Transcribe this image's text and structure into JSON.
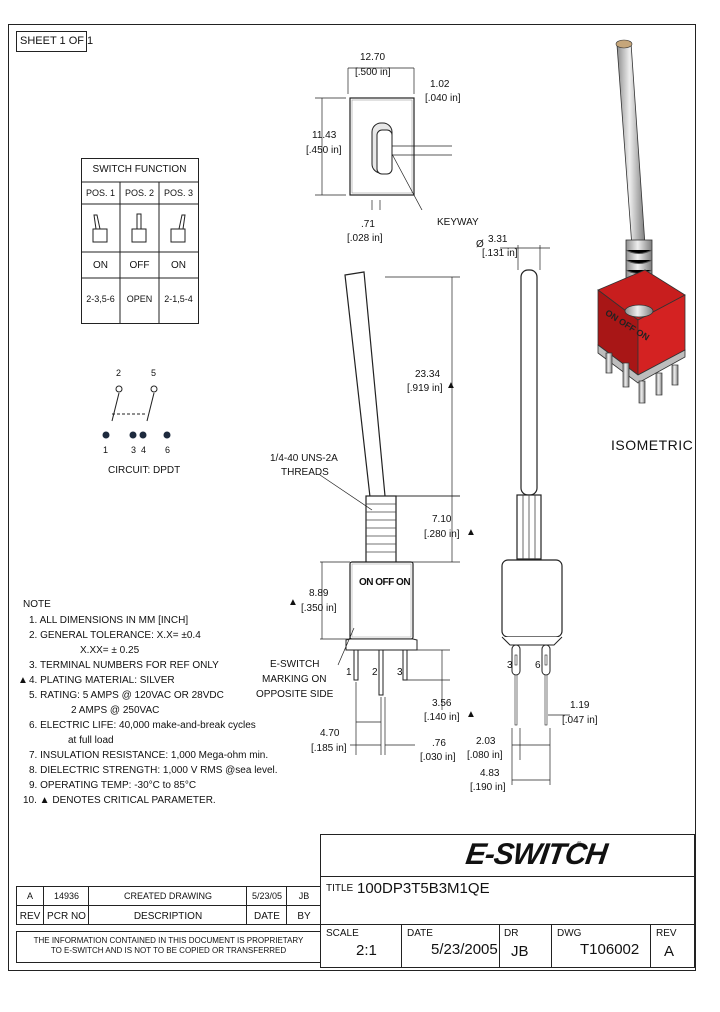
{
  "sheet": "SHEET 1 OF 1",
  "switch_function": {
    "title": "SWITCH FUNCTION",
    "headers": [
      "POS. 1",
      "POS. 2",
      "POS. 3"
    ],
    "states": [
      "ON",
      "OFF",
      "ON"
    ],
    "connections": [
      "2-3,5-6",
      "OPEN",
      "2-1,5-4"
    ]
  },
  "circuit": {
    "label": "CIRCUIT: DPDT",
    "top_pins": [
      "2",
      "5"
    ],
    "bottom_pins": [
      "1",
      "3",
      "4",
      "6"
    ]
  },
  "top_view": {
    "width_mm": "12.70",
    "width_in": "[.500 in]",
    "height_mm": "11.43",
    "height_in": "[.450 in]",
    "keyway_w_mm": "1.02",
    "keyway_w_in": "[.040 in]",
    "keyway_off_mm": ".71",
    "keyway_off_in": "[.028 in]",
    "keyway_label": "KEYWAY"
  },
  "front_view": {
    "lever_len_mm": "23.34",
    "lever_len_in": "[.919 in]",
    "thread_label_1": "1/4-40 UNS-2A",
    "thread_label_2": "THREADS",
    "bushing_mm": "7.10",
    "bushing_in": "[.280 in]",
    "body_mm": "8.89",
    "body_in": "[.350 in]",
    "body_marking": "ON OFF ON",
    "eswitch_mark_1": "E-SWITCH",
    "eswitch_mark_2": "MARKING ON",
    "eswitch_mark_3": "OPPOSITE SIDE",
    "terminal_mm": "3.56",
    "terminal_in": "[.140 in]",
    "pitch_mm": "4.70",
    "pitch_in": "[.185 in]",
    "pin_mm": ".76",
    "pin_in": "[.030 in]",
    "terminal_nums": [
      "1",
      "2",
      "3"
    ]
  },
  "side_view": {
    "lever_dia_sym": "Ø",
    "lever_dia_mm": "3.31",
    "lever_dia_in": "[.131 in]",
    "term_w_mm": "2.03",
    "term_w_in": "[.080 in]",
    "term_t_mm": "1.19",
    "term_t_in": "[.047 in]",
    "span_mm": "4.83",
    "span_in": "[.190 in]",
    "terminal_nums": [
      "3",
      "6"
    ]
  },
  "isometric": {
    "label": "ISOMETRIC",
    "marking": "ON OFF ON",
    "colors": {
      "body": "#c81e1e",
      "body_dark": "#9a1414",
      "metal": "#c9c9c9"
    }
  },
  "notes": {
    "title": "NOTE",
    "items": [
      "1. ALL DIMENSIONS IN MM [INCH]",
      "2. GENERAL TOLERANCE: X.X= ±0.4",
      "X.XX= ± 0.25",
      "3. TERMINAL NUMBERS FOR REF ONLY",
      "4. PLATING MATERIAL: SILVER",
      "5. RATING: 5 AMPS @ 120VAC OR 28VDC",
      "2 AMPS @ 250VAC",
      "6. ELECTRIC LIFE: 40,000 make-and-break cycles",
      "at full load",
      "7. INSULATION RESISTANCE: 1,000 Mega-ohm min.",
      "8. DIELECTRIC STRENGTH: 1,000 V RMS @sea level.",
      "9. OPERATING TEMP: -30°C to 85°C",
      "10. ▲ DENOTES CRITICAL PARAMETER."
    ]
  },
  "revision_table": {
    "row": [
      "A",
      "14936",
      "CREATED DRAWING",
      "5/23/05",
      "JB"
    ],
    "headers": [
      "REV",
      "PCR NO",
      "DESCRIPTION",
      "DATE",
      "BY"
    ]
  },
  "proprietary": {
    "line1": "THE INFORMATION CONTAINED IN THIS DOCUMENT IS PROPRIETARY",
    "line2": "TO E-SWITCH AND IS NOT TO BE COPIED OR TRANSFERRED"
  },
  "title_block": {
    "logo": "E-SWITCH",
    "title_label": "TITLE",
    "title": "100DP3T5B3M1QE",
    "scale_label": "SCALE",
    "scale": "2:1",
    "date_label": "DATE",
    "date": "5/23/2005",
    "dr_label": "DR",
    "dr": "JB",
    "dwg_label": "DWG",
    "dwg": "T106002",
    "rev_label": "REV",
    "rev": "A"
  }
}
